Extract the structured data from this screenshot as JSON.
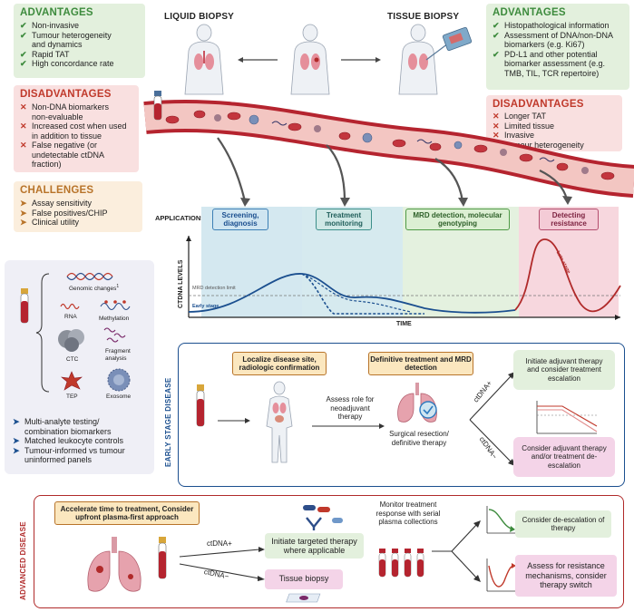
{
  "top": {
    "liquid_biopsy_title": "LIQUID BIOPSY",
    "tissue_biopsy_title": "TISSUE BIOPSY"
  },
  "liquid_advantages": {
    "title": "ADVANTAGES",
    "items": [
      "Non-invasive",
      "Tumour heterogeneity",
      "and dynamics",
      "Rapid TAT",
      "High concordance rate"
    ]
  },
  "liquid_disadvantages": {
    "title": "DISADVANTAGES",
    "items": [
      "Non-DNA biomarkers",
      "non-evaluable",
      "Increased cost when used",
      "in addition to tissue",
      "False negative (or",
      "undetectable ctDNA",
      "fraction)"
    ]
  },
  "challenges": {
    "title": "CHALLENGES",
    "items": [
      "Assay sensitivity",
      "False positives/CHIP",
      "Clinical utility"
    ]
  },
  "tissue_advantages": {
    "title": "ADVANTAGES",
    "items": [
      "Histopathological information",
      "Assessment of DNA/non-DNA",
      "biomarkers (e.g. Ki67)",
      "PD-L1 and other potential",
      "biomarker assessment (e.g.",
      "TMB, TIL, TCR repertoire)"
    ]
  },
  "tissue_disadvantages": {
    "title": "DISADVANTAGES",
    "items": [
      "Longer TAT",
      "Limited tissue",
      "Invasive",
      "Tumour heterogeneity"
    ]
  },
  "applications": {
    "label": "APPLICATIONS:",
    "screening": "Screening, diagnosis",
    "treatment_monitoring": "Treatment monitoring",
    "mrd": "MRD detection, molecular genotyping",
    "resistance": "Detecting resistance"
  },
  "graph": {
    "ylabel": "CTDNA LEVELS",
    "xlabel": "TIME",
    "mrd_limit": "MRD detection limit",
    "early_stage": "Early stage",
    "late_stage": "Late stage"
  },
  "analytes": {
    "genomic_changes": "Genomic changes",
    "superscript": "1",
    "rna": "RNA",
    "methylation": "Methylation",
    "ctc": "CTC",
    "fragment": "Fragment analysis",
    "tep": "TEP",
    "exosome": "Exosome",
    "bullets": [
      "Multi-analyte testing/",
      "combination biomarkers",
      "Matched leukocyte controls",
      "Tumour-informed vs tumour",
      "uninformed panels"
    ]
  },
  "early": {
    "side_label": "EARLY STAGE DISEASE",
    "localize": "Localize disease site, radiologic confirmation",
    "definitive": "Definitive treatment and MRD detection",
    "assess": "Assess role for neoadjuvant therapy",
    "surgical": "Surgical resection/ definitive therapy",
    "ctdna_pos": "ctDNA+",
    "ctdna_neg": "ctDNA−",
    "adjuvant": "Initiate adjuvant therapy and consider treatment escalation",
    "deescalation": "Consider adjuvant therapy and/or treatment de-escalation"
  },
  "advanced": {
    "side_label": "ADVANCED DISEASE",
    "accelerate": "Accelerate time to treatment, Consider upfront plasma-first approach",
    "ctdna_pos": "ctDNA+",
    "ctdna_neg": "ctDNA−",
    "targeted": "Initiate targeted therapy where applicable",
    "tissue_biopsy": "Tissue biopsy",
    "monitor": "Monitor treatment response with serial plasma collections",
    "deescalation": "Consider de-escalation of therapy",
    "resistance": "Assess for resistance mechanisms, consider therapy switch"
  },
  "colors": {
    "green_header": "#3d8b3d",
    "red_header": "#c0392b",
    "orange_header": "#b8742a",
    "green_bg": "#e3f0dd",
    "red_bg": "#f9e0e0",
    "orange_bg": "#fbeedd",
    "blue_zone": "#d4e8f0",
    "green_zone": "#e4f1df",
    "red_zone": "#f7d7de",
    "navy": "#1b4f8f",
    "dark_red": "#b02a2a"
  }
}
